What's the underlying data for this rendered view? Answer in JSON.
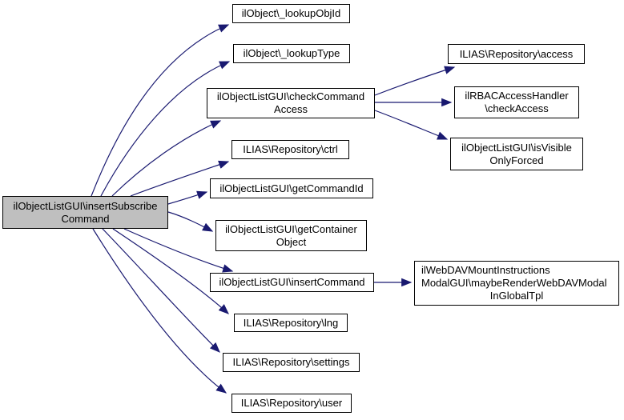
{
  "diagram": {
    "kind": "doxygen-call-graph",
    "colors": {
      "background": "#ffffff",
      "edge": "#191970",
      "node_border": "#000000",
      "node_fill": "#ffffff",
      "root_fill": "#bfbfbf",
      "text": "#000000"
    }
  },
  "nodes": [
    {
      "id": "insertSubscribeCommand",
      "label": "ilObjectListGUI\\insertSubscribeCommand",
      "lines": [
        "ilObjectListGUI\\insertSubscribe",
        "Command"
      ]
    },
    {
      "id": "_lookupObjId",
      "label": "ilObject\\_lookupObjId",
      "lines": [
        "ilObject\\_lookupObjId"
      ]
    },
    {
      "id": "_lookupType",
      "label": "ilObject\\_lookupType",
      "lines": [
        "ilObject\\_lookupType"
      ]
    },
    {
      "id": "checkCommandAccess",
      "label": "ilObjectListGUI\\checkCommandAccess",
      "lines": [
        "ilObjectListGUI\\checkCommand",
        "Access"
      ]
    },
    {
      "id": "ctrl",
      "label": "ILIAS\\Repository\\ctrl",
      "lines": [
        "ILIAS\\Repository\\ctrl"
      ]
    },
    {
      "id": "getCommandId",
      "label": "ilObjectListGUI\\getCommandId",
      "lines": [
        "ilObjectListGUI\\getCommandId"
      ]
    },
    {
      "id": "getContainerObject",
      "label": "ilObjectListGUI\\getContainerObject",
      "lines": [
        "ilObjectListGUI\\getContainer",
        "Object"
      ]
    },
    {
      "id": "insertCommand",
      "label": "ilObjectListGUI\\insertCommand",
      "lines": [
        "ilObjectListGUI\\insertCommand"
      ]
    },
    {
      "id": "lng",
      "label": "ILIAS\\Repository\\lng",
      "lines": [
        "ILIAS\\Repository\\lng"
      ]
    },
    {
      "id": "settings",
      "label": "ILIAS\\Repository\\settings",
      "lines": [
        "ILIAS\\Repository\\settings"
      ]
    },
    {
      "id": "user",
      "label": "ILIAS\\Repository\\user",
      "lines": [
        "ILIAS\\Repository\\user"
      ]
    },
    {
      "id": "access",
      "label": "ILIAS\\Repository\\access",
      "lines": [
        "ILIAS\\Repository\\access"
      ]
    },
    {
      "id": "rbacCheckAccess",
      "label": "ilRBACAccessHandler\\checkAccess",
      "lines": [
        "ilRBACAccessHandler",
        "\\checkAccess"
      ]
    },
    {
      "id": "isVisibleOnlyForced",
      "label": "ilObjectListGUI\\isVisibleOnlyForced",
      "lines": [
        "ilObjectListGUI\\isVisible",
        "OnlyForced"
      ]
    },
    {
      "id": "maybeRenderWebDAVModalInGlobalTpl",
      "label": "ilWebDAVMountInstructionsModalGUI\\maybeRenderWebDAVModalInGlobalTpl",
      "lines": [
        "ilWebDAVMountInstructions",
        "ModalGUI\\maybeRenderWebDAVModal",
        "InGlobalTpl"
      ]
    }
  ],
  "edges": [
    {
      "from": "insertSubscribeCommand",
      "to": "_lookupObjId"
    },
    {
      "from": "insertSubscribeCommand",
      "to": "_lookupType"
    },
    {
      "from": "insertSubscribeCommand",
      "to": "checkCommandAccess"
    },
    {
      "from": "insertSubscribeCommand",
      "to": "ctrl"
    },
    {
      "from": "insertSubscribeCommand",
      "to": "getCommandId"
    },
    {
      "from": "insertSubscribeCommand",
      "to": "getContainerObject"
    },
    {
      "from": "insertSubscribeCommand",
      "to": "insertCommand"
    },
    {
      "from": "insertSubscribeCommand",
      "to": "lng"
    },
    {
      "from": "insertSubscribeCommand",
      "to": "settings"
    },
    {
      "from": "insertSubscribeCommand",
      "to": "user"
    },
    {
      "from": "checkCommandAccess",
      "to": "access"
    },
    {
      "from": "checkCommandAccess",
      "to": "rbacCheckAccess"
    },
    {
      "from": "checkCommandAccess",
      "to": "isVisibleOnlyForced"
    },
    {
      "from": "insertCommand",
      "to": "maybeRenderWebDAVModalInGlobalTpl"
    }
  ]
}
